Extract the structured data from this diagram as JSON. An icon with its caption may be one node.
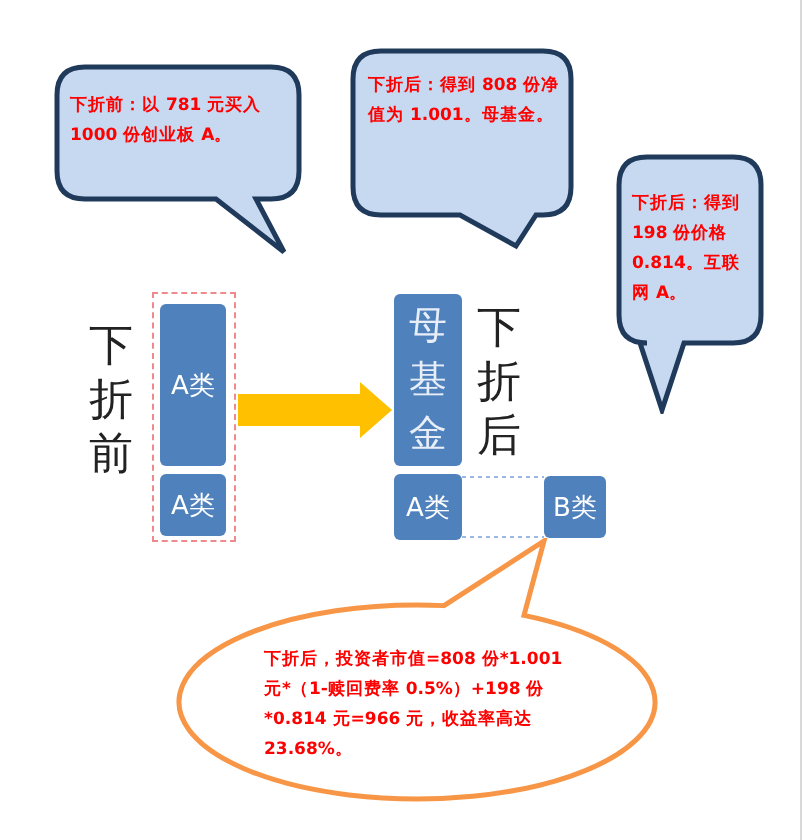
{
  "diagram": {
    "nodes": [
      {
        "text": [
          "下折前：以 781 元买入 1000 份创业板 A。"
        ]
      },
      {
        "text": [
          "下折后：得到 808 份净值为 1.001。母基金。"
        ]
      },
      {
        "text": [
          "下折后：得到 198 份价格 0.814。互联网 A。"
        ]
      },
      {
        "text": [],
        "shape": "box"
      },
      {
        "text": [
          "A类"
        ],
        "in": 3
      },
      {
        "text": [
          "A类"
        ],
        "in": 3
      },
      {
        "text": [
          "母基金"
        ]
      },
      {
        "text": [
          "A类"
        ]
      },
      {
        "text": [
          "B类"
        ]
      },
      {
        "text": [
          "下折后，投资者市值=808 份*1.001 元*（1-赎回费率 0.5%）+198 份*0.814 元=966 元，收益率高达 23.68%。"
        ]
      }
    ],
    "edges": [
      {
        "from": 3,
        "to": 6,
        "arrow": "to",
        "style": "thick",
        "color": "#ffc000"
      },
      {
        "from": 7,
        "to": 8,
        "arrow": "none",
        "style": "dashed",
        "color": "#9db9e0"
      }
    ],
    "labels": [
      "下折前",
      "下折后"
    ]
  }
}
